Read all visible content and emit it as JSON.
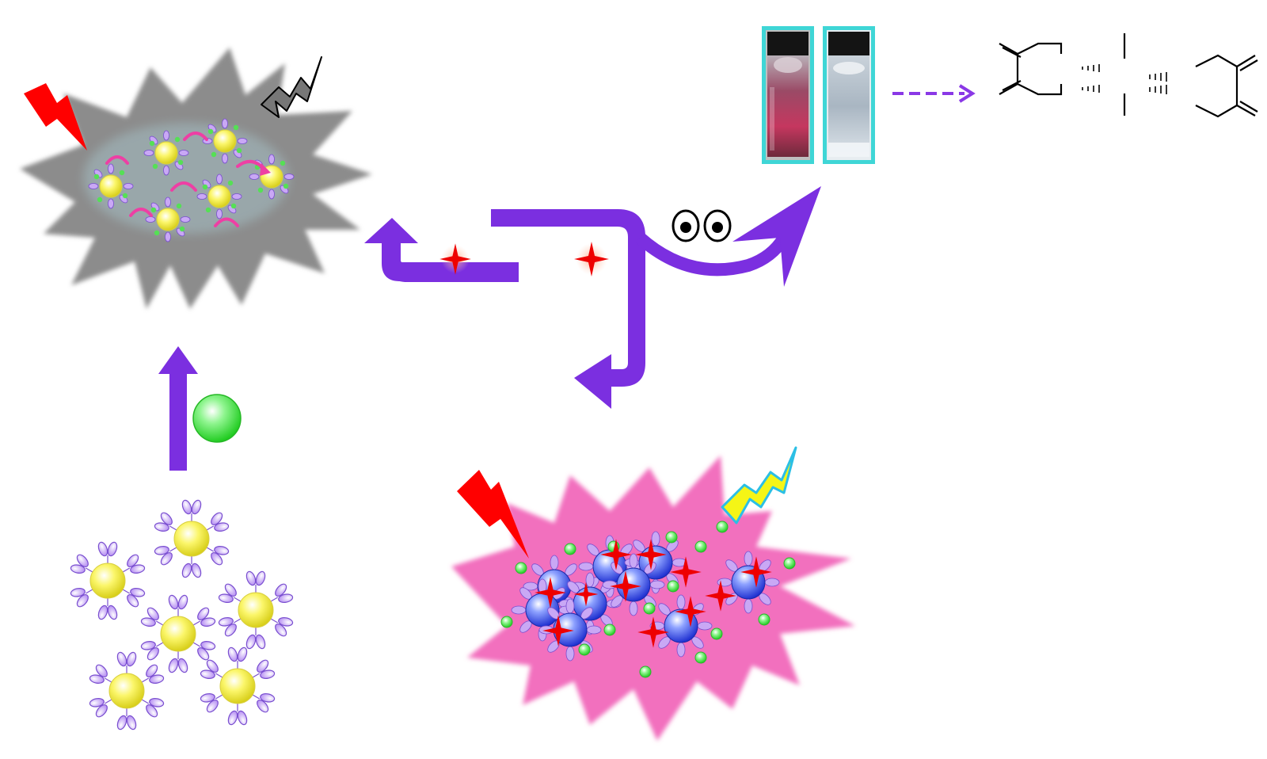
{
  "diagram": {
    "kind": "scheme",
    "nodes": [
      {
        "id": "free-nanoparticles",
        "icon": "yellow-core-particle-cluster",
        "color": "#f6ef4e"
      },
      {
        "id": "aggregated-quenched-state",
        "icon": "gray-starburst",
        "color": "#8c8c8c"
      },
      {
        "id": "ion-induced-aggregate-fluorescent",
        "icon": "pink-starburst",
        "color": "#f26fbe"
      },
      {
        "id": "vial-photo-pink",
        "icon": "vial-photo",
        "color": "#a8344f"
      },
      {
        "id": "vial-photo-clear",
        "icon": "vial-photo",
        "color": "#b8c4cf"
      },
      {
        "id": "chemical-structure",
        "icon": "skeletal-formula",
        "color": "#000000"
      }
    ],
    "edges": [
      {
        "from": "free-nanoparticles",
        "to": "aggregated-quenched-state",
        "label_icon": "green-ion-sphere"
      },
      {
        "from": "aggregated-quenched-state",
        "to": "ion-induced-aggregate-fluorescent",
        "label_icon": "red-sparkle-icon"
      },
      {
        "from": "aggregated-quenched-state",
        "to": "vial-photo-pink",
        "label_icon": "eyes-icon"
      },
      {
        "from": "vial-photo-clear",
        "to": "chemical-structure",
        "style": "dashed"
      }
    ],
    "colors": {
      "arrow": "#7b2fe0",
      "lightning_red": "#ff0000",
      "lightning_gray": "#777777",
      "lightning_yellow": "#f5f516",
      "ion_green": "#33dd33",
      "core_blue": "#3344ee",
      "petal_purple": "#b58cf0",
      "vial_border": "#3fd6d6"
    }
  }
}
